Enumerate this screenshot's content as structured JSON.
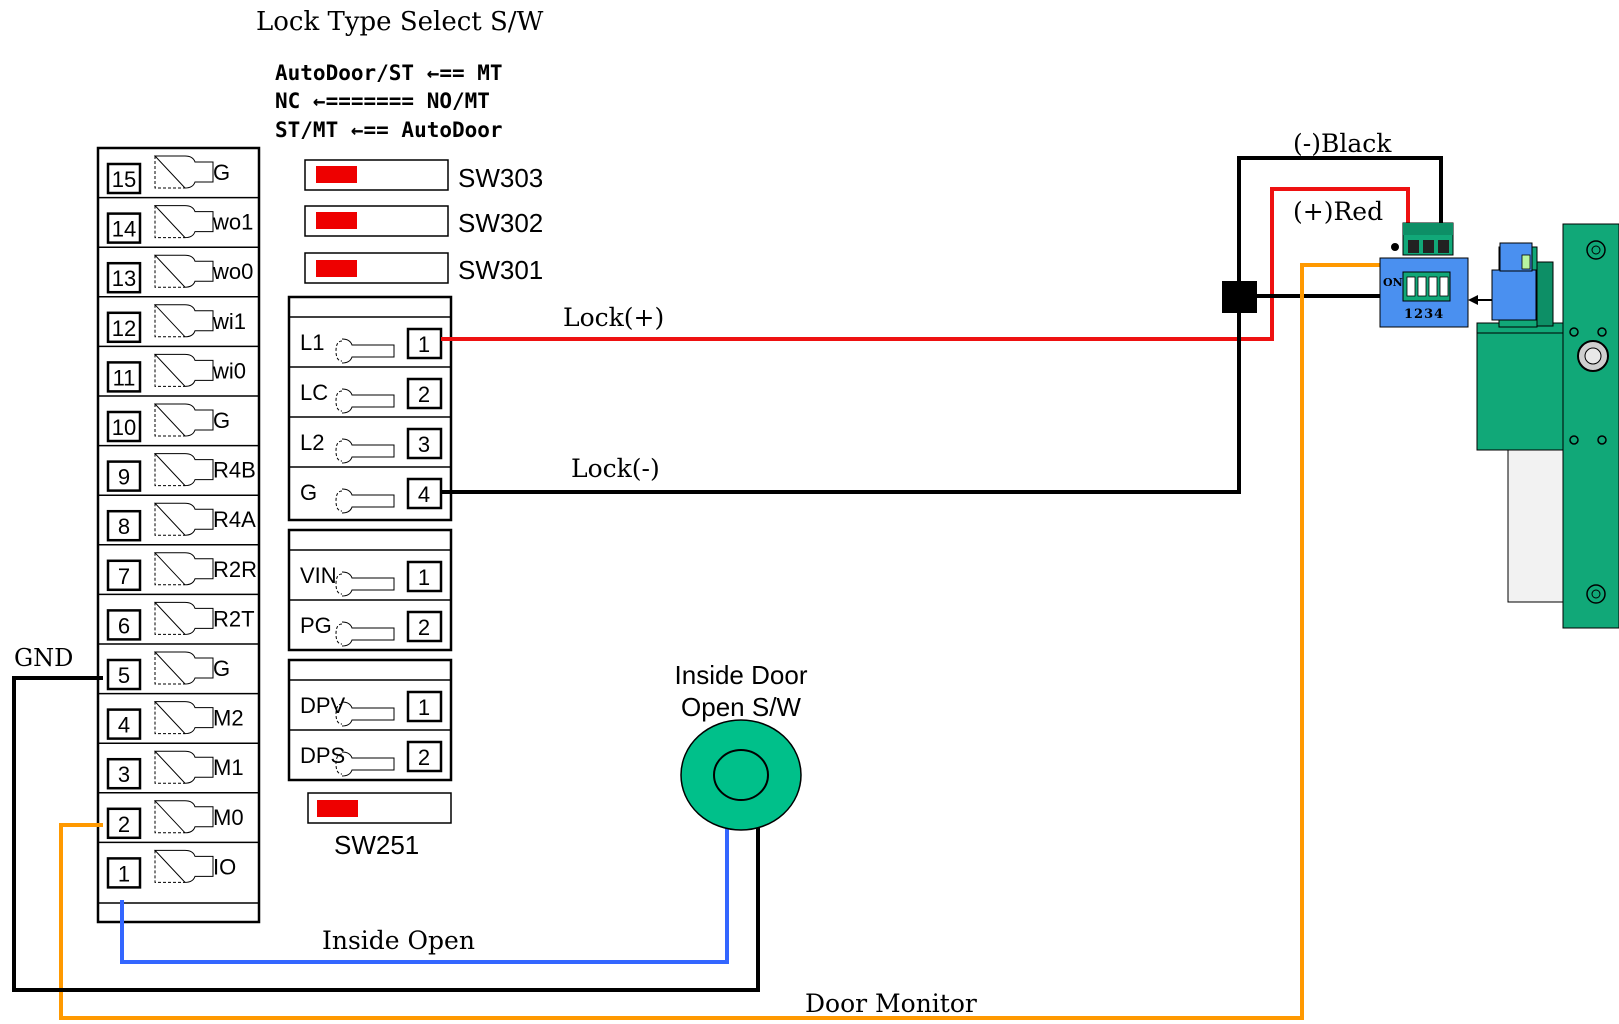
{
  "title": "Lock Type Select S/W",
  "lock_type_modes": [
    "AutoDoor/ST ←== MT",
    "NC ←======= NO/MT",
    "ST/MT ←== AutoDoor"
  ],
  "switches": {
    "sw303": "SW303",
    "sw302": "SW302",
    "sw301": "SW301",
    "sw251": "SW251"
  },
  "main_terminal": [
    {
      "num": "15",
      "label": "G"
    },
    {
      "num": "14",
      "label": "wo1"
    },
    {
      "num": "13",
      "label": "wo0"
    },
    {
      "num": "12",
      "label": "wi1"
    },
    {
      "num": "11",
      "label": "wi0"
    },
    {
      "num": "10",
      "label": "G"
    },
    {
      "num": "9",
      "label": "R4B"
    },
    {
      "num": "8",
      "label": "R4A"
    },
    {
      "num": "7",
      "label": "R2R"
    },
    {
      "num": "6",
      "label": "R2T"
    },
    {
      "num": "5",
      "label": "G"
    },
    {
      "num": "4",
      "label": "M2"
    },
    {
      "num": "3",
      "label": "M1"
    },
    {
      "num": "2",
      "label": "M0"
    },
    {
      "num": "1",
      "label": "IO"
    }
  ],
  "lock_terminal": [
    {
      "label": "L1",
      "num": "1"
    },
    {
      "label": "LC",
      "num": "2"
    },
    {
      "label": "L2",
      "num": "3"
    },
    {
      "label": "G",
      "num": "4"
    }
  ],
  "power_terminal": [
    {
      "label": "VIN",
      "num": "1"
    },
    {
      "label": "PG",
      "num": "2"
    }
  ],
  "door_terminal": [
    {
      "label": "DPV",
      "num": "1"
    },
    {
      "label": "DPS",
      "num": "2"
    }
  ],
  "wire_labels": {
    "lock_plus": "Lock(+)",
    "lock_minus": "Lock(-)",
    "gnd": "GND",
    "inside_open": "Inside Open",
    "door_monitor": "Door Monitor",
    "black": "(-)Black",
    "red": "(+)Red"
  },
  "inside_switch": {
    "line1": "Inside Door",
    "line2": "Open S/W"
  },
  "dip": {
    "on": "ON",
    "numbers": "1234"
  },
  "colors": {
    "red_wire": "#ee1111",
    "black_wire": "#000000",
    "blue_wire": "#3366ff",
    "orange_wire": "#ff9900",
    "switch_green": "#00c08a",
    "board_green": "#11a878",
    "module_blue": "#4a90f0"
  }
}
